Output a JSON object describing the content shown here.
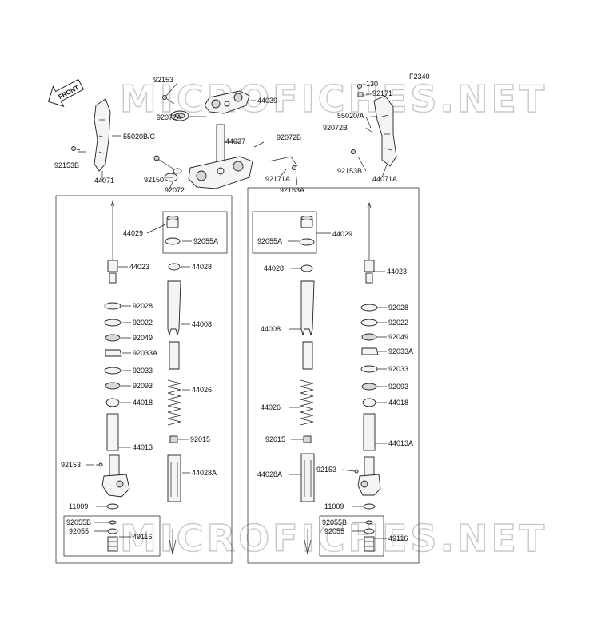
{
  "diagram_code": "F2340",
  "front_label": "FRONT",
  "watermark": [
    "MICROFICHES.NET",
    "MICROFICHES.NET"
  ],
  "labels": {
    "p92153_top": "92153",
    "p92072A": "92072A",
    "p44039": "44039",
    "p130": "130",
    "p92171": "92171",
    "p55020BC": "55020B/C",
    "p44037": "44037",
    "p92072B_mid": "92072B",
    "p55020A": "55020/A",
    "p92072B_right": "92072B",
    "p92153B_left": "92153B",
    "p92150": "92150",
    "p92072": "92072",
    "p92171A": "92171A",
    "p92153A": "92153A",
    "p92153B_right": "92153B",
    "p44071": "44071",
    "p44071A": "44071A",
    "l44029": "44029",
    "l92055A": "92055A",
    "l44023": "44023",
    "l44028": "44028",
    "l92028": "92028",
    "l44008": "44008",
    "l92022": "92022",
    "l92049": "92049",
    "l92033A": "92033A",
    "l92033": "92033",
    "l92093": "92093",
    "l44026": "44026",
    "l44018": "44018",
    "l44013": "44013",
    "l92015": "92015",
    "l92153": "92153",
    "l44028A": "44028A",
    "l11009": "11009",
    "l92055B": "92055B",
    "l92055": "92055",
    "l49116": "49116",
    "r44029": "44029",
    "r92055A": "92055A",
    "r44028": "44028",
    "r44023": "44023",
    "r44008": "44008",
    "r92028": "92028",
    "r92022": "92022",
    "r92049": "92049",
    "r92033A": "92033A",
    "r92033": "92033",
    "r92093": "92093",
    "r44026": "44026",
    "r44018": "44018",
    "r44013A": "44013A",
    "r92015": "92015",
    "r92153": "92153",
    "r44028A": "44028A",
    "r11009": "11009",
    "r92055B": "92055B",
    "r92055": "92055",
    "r49116": "49116"
  }
}
